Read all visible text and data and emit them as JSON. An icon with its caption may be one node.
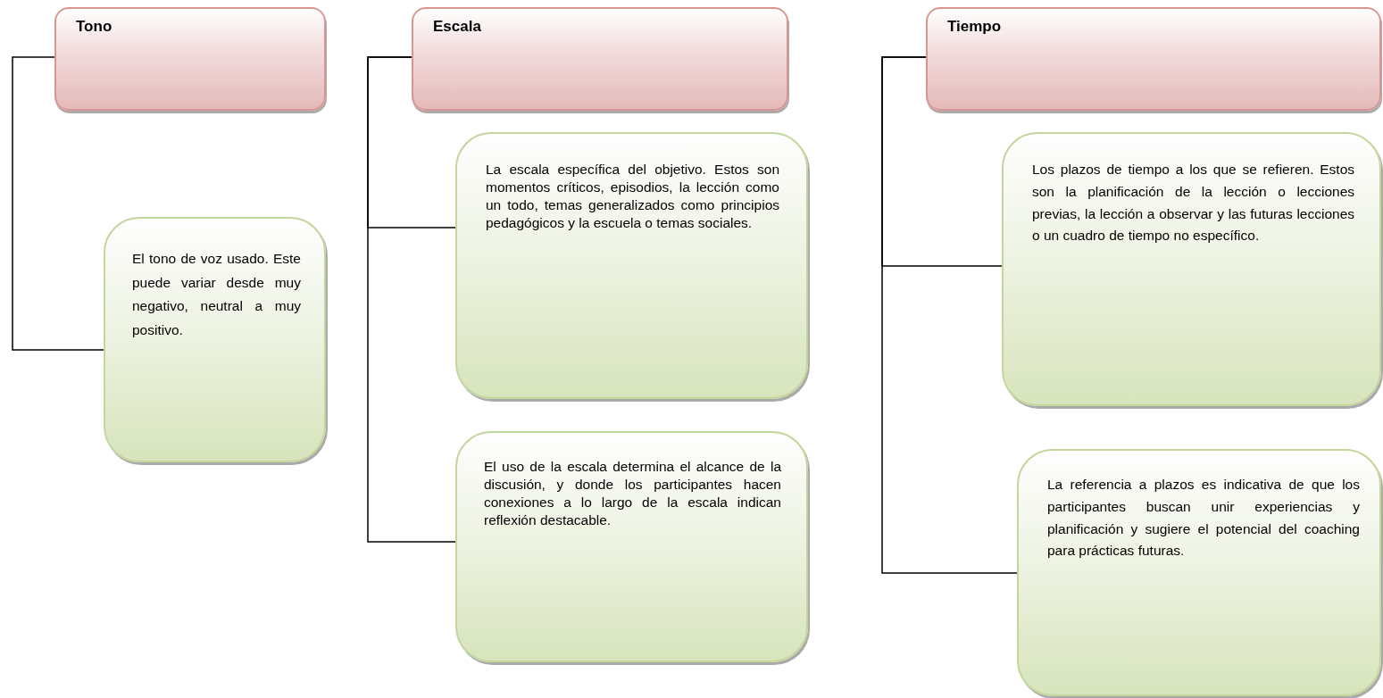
{
  "diagram": {
    "nodes": [
      {
        "text": [
          "Tono"
        ]
      },
      {
        "text": [
          "El tono de voz usado. Este puede variar desde muy negativo, neutral a muy positivo."
        ]
      },
      {
        "text": [
          "Escala"
        ]
      },
      {
        "text": [
          "La escala específica del objetivo. Estos son momentos críticos, episodios, la lección como un todo, temas generalizados como principios pedagógicos y la escuela o temas sociales."
        ]
      },
      {
        "text": [
          "El uso de la escala determina el alcance de la discusión, y donde los participantes hacen conexiones a lo largo de la escala indican reflexión destacable."
        ]
      },
      {
        "text": [
          "Tiempo"
        ]
      },
      {
        "text": [
          "Los plazos de tiempo a los que se refieren. Estos son la planificación de la lección o lecciones previas, la lección a observar y las futuras lecciones o un cuadro de tiempo no específico."
        ]
      },
      {
        "text": [
          "La referencia a plazos es indicativa de que los participantes buscan unir experiencias y planificación y sugiere el potencial del coaching para prácticas futuras."
        ]
      }
    ],
    "edges": [
      {
        "from": 0,
        "to": 1,
        "arrow": "none"
      },
      {
        "from": 2,
        "to": 3,
        "arrow": "none"
      },
      {
        "from": 2,
        "to": 4,
        "arrow": "none"
      },
      {
        "from": 5,
        "to": 6,
        "arrow": "none"
      },
      {
        "from": 5,
        "to": 7,
        "arrow": "none"
      }
    ]
  }
}
